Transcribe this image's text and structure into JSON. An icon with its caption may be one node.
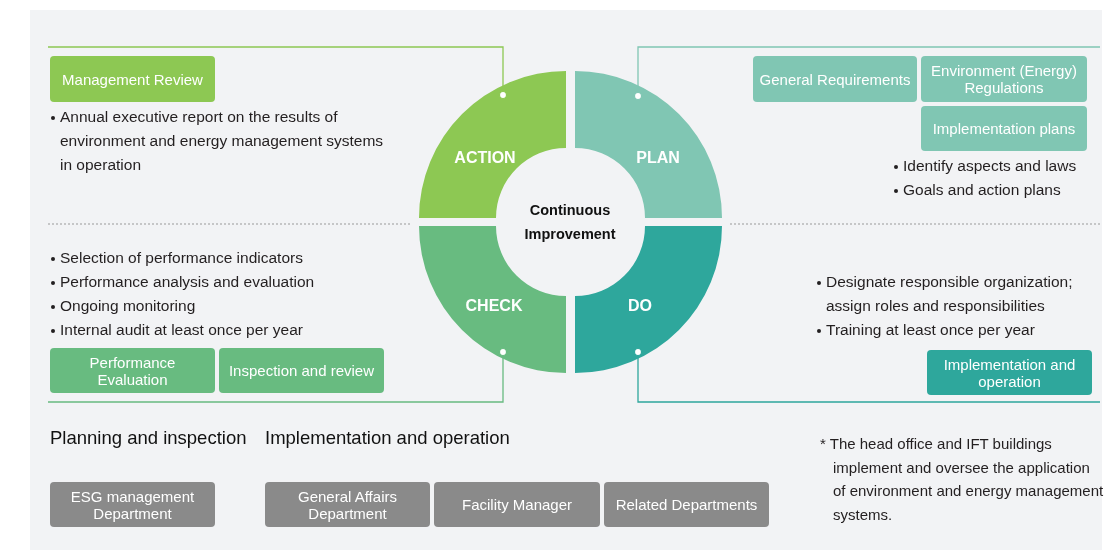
{
  "diagram": {
    "nodes": [
      {
        "text": [
          "Management Review"
        ]
      },
      {
        "text": [
          "General Requirements"
        ]
      },
      {
        "text": [
          "Environment (Energy) Regulations"
        ]
      },
      {
        "text": [
          "Implementation plans"
        ]
      },
      {
        "text": [
          "ACTION"
        ]
      },
      {
        "text": [
          "PLAN"
        ]
      },
      {
        "text": [
          "Continuous Improvement"
        ]
      },
      {
        "text": [
          "CHECK"
        ]
      },
      {
        "text": [
          "DO"
        ]
      },
      {
        "text": [
          "Performance Evaluation"
        ]
      },
      {
        "text": [
          "Inspection and review"
        ]
      },
      {
        "text": [
          "Implementation and operation"
        ]
      },
      {
        "text": [
          "ESG management Department"
        ]
      },
      {
        "text": [
          "General Affairs Department"
        ]
      },
      {
        "text": [
          "Facility Manager"
        ]
      },
      {
        "text": [
          "Related Departments"
        ]
      }
    ],
    "labels": [
      "Annual executive report on the results of environment and energy management systems in operation",
      "Identify aspects and laws",
      "Goals and action plans",
      "Selection of performance indicators",
      "Performance analysis and evaluation",
      "Ongoing monitoring",
      "Internal audit at least once per year",
      "Designate responsible organization; assign roles and responsibilities",
      "Training at least once per year",
      "Planning and inspection",
      "Implementation and operation",
      "* The head office and IFT buildings implement and oversee the application of environment and energy management systems."
    ]
  }
}
